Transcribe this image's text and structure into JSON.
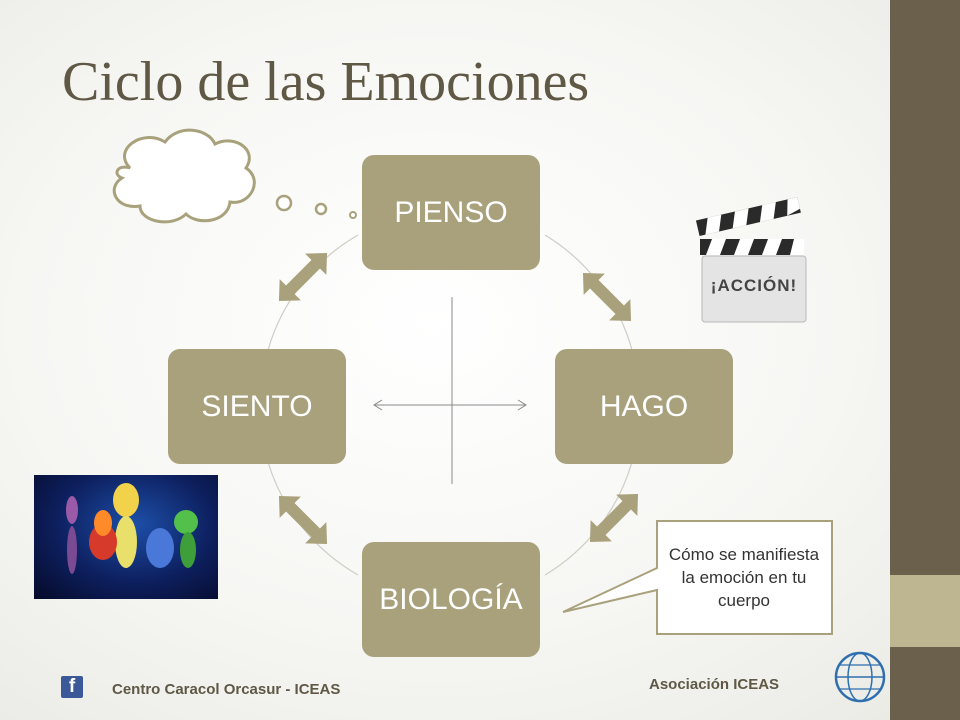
{
  "title": "Ciclo de las Emociones",
  "boxes": {
    "pienso": "PIENSO",
    "hago": "HAGO",
    "biologia": "BIOLOGÍA",
    "siento": "SIENTO"
  },
  "callout": "Cómo se manifiesta la emoción en tu cuerpo",
  "clapper_text": "¡ACCIÓN!",
  "footer": {
    "left": "Centro Caracol Orcasur - ICEAS",
    "right": "Asociación ICEAS",
    "facebook_glyph": "f"
  },
  "colors": {
    "box_fill": "#a8a17c",
    "title": "#5f5845",
    "sidebar": "#6b604b",
    "sidebar_accent": "#bdb690"
  }
}
